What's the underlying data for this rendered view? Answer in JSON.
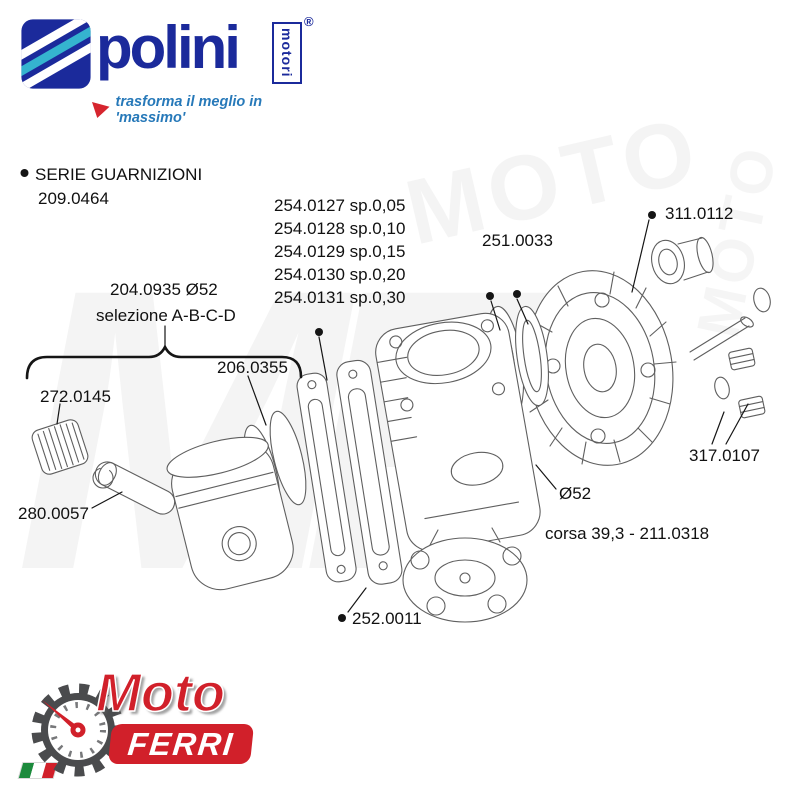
{
  "brand": {
    "wordmark": "polini",
    "sub_label": "motori",
    "registered": "®",
    "tagline": "trasforma il meglio in 'massimo'"
  },
  "watermark": {
    "mf": "MF",
    "moto": "MOTO"
  },
  "diagram": {
    "labels": [
      {
        "id": "serie-guarnizioni",
        "text": "SERIE GUARNIZIONI"
      },
      {
        "id": "code-209-0464",
        "text": "209.0464"
      },
      {
        "id": "code-254-0127",
        "text": "254.0127 sp.0,05"
      },
      {
        "id": "code-254-0128",
        "text": "254.0128 sp.0,10"
      },
      {
        "id": "code-254-0129",
        "text": "254.0129 sp.0,15"
      },
      {
        "id": "code-254-0130",
        "text": "254.0130 sp.0,20"
      },
      {
        "id": "code-254-0131",
        "text": "254.0131 sp.0,30"
      },
      {
        "id": "code-251-0033",
        "text": "251.0033"
      },
      {
        "id": "code-311-0112",
        "text": "311.0112"
      },
      {
        "id": "code-204-0935",
        "text": "204.0935 Ø52"
      },
      {
        "id": "selezione",
        "text": "selezione A-B-C-D"
      },
      {
        "id": "code-206-0355",
        "text": "206.0355"
      },
      {
        "id": "code-272-0145",
        "text": "272.0145"
      },
      {
        "id": "code-280-0057",
        "text": "280.0057"
      },
      {
        "id": "code-317-0107",
        "text": "317.0107"
      },
      {
        "id": "bore-diameter",
        "text": "Ø52"
      },
      {
        "id": "corsa-stroke",
        "text": "corsa 39,3 - 211.0318"
      },
      {
        "id": "code-252-0011",
        "text": "252.0011"
      }
    ]
  },
  "footer_logo": {
    "moto": "Moto",
    "ferri": "FERRI"
  },
  "colors": {
    "polini_blue": "#1b2a9b",
    "tagline_blue": "#2779b9",
    "accent_red": "#d1202a",
    "line_gray": "#5f5f5f"
  }
}
